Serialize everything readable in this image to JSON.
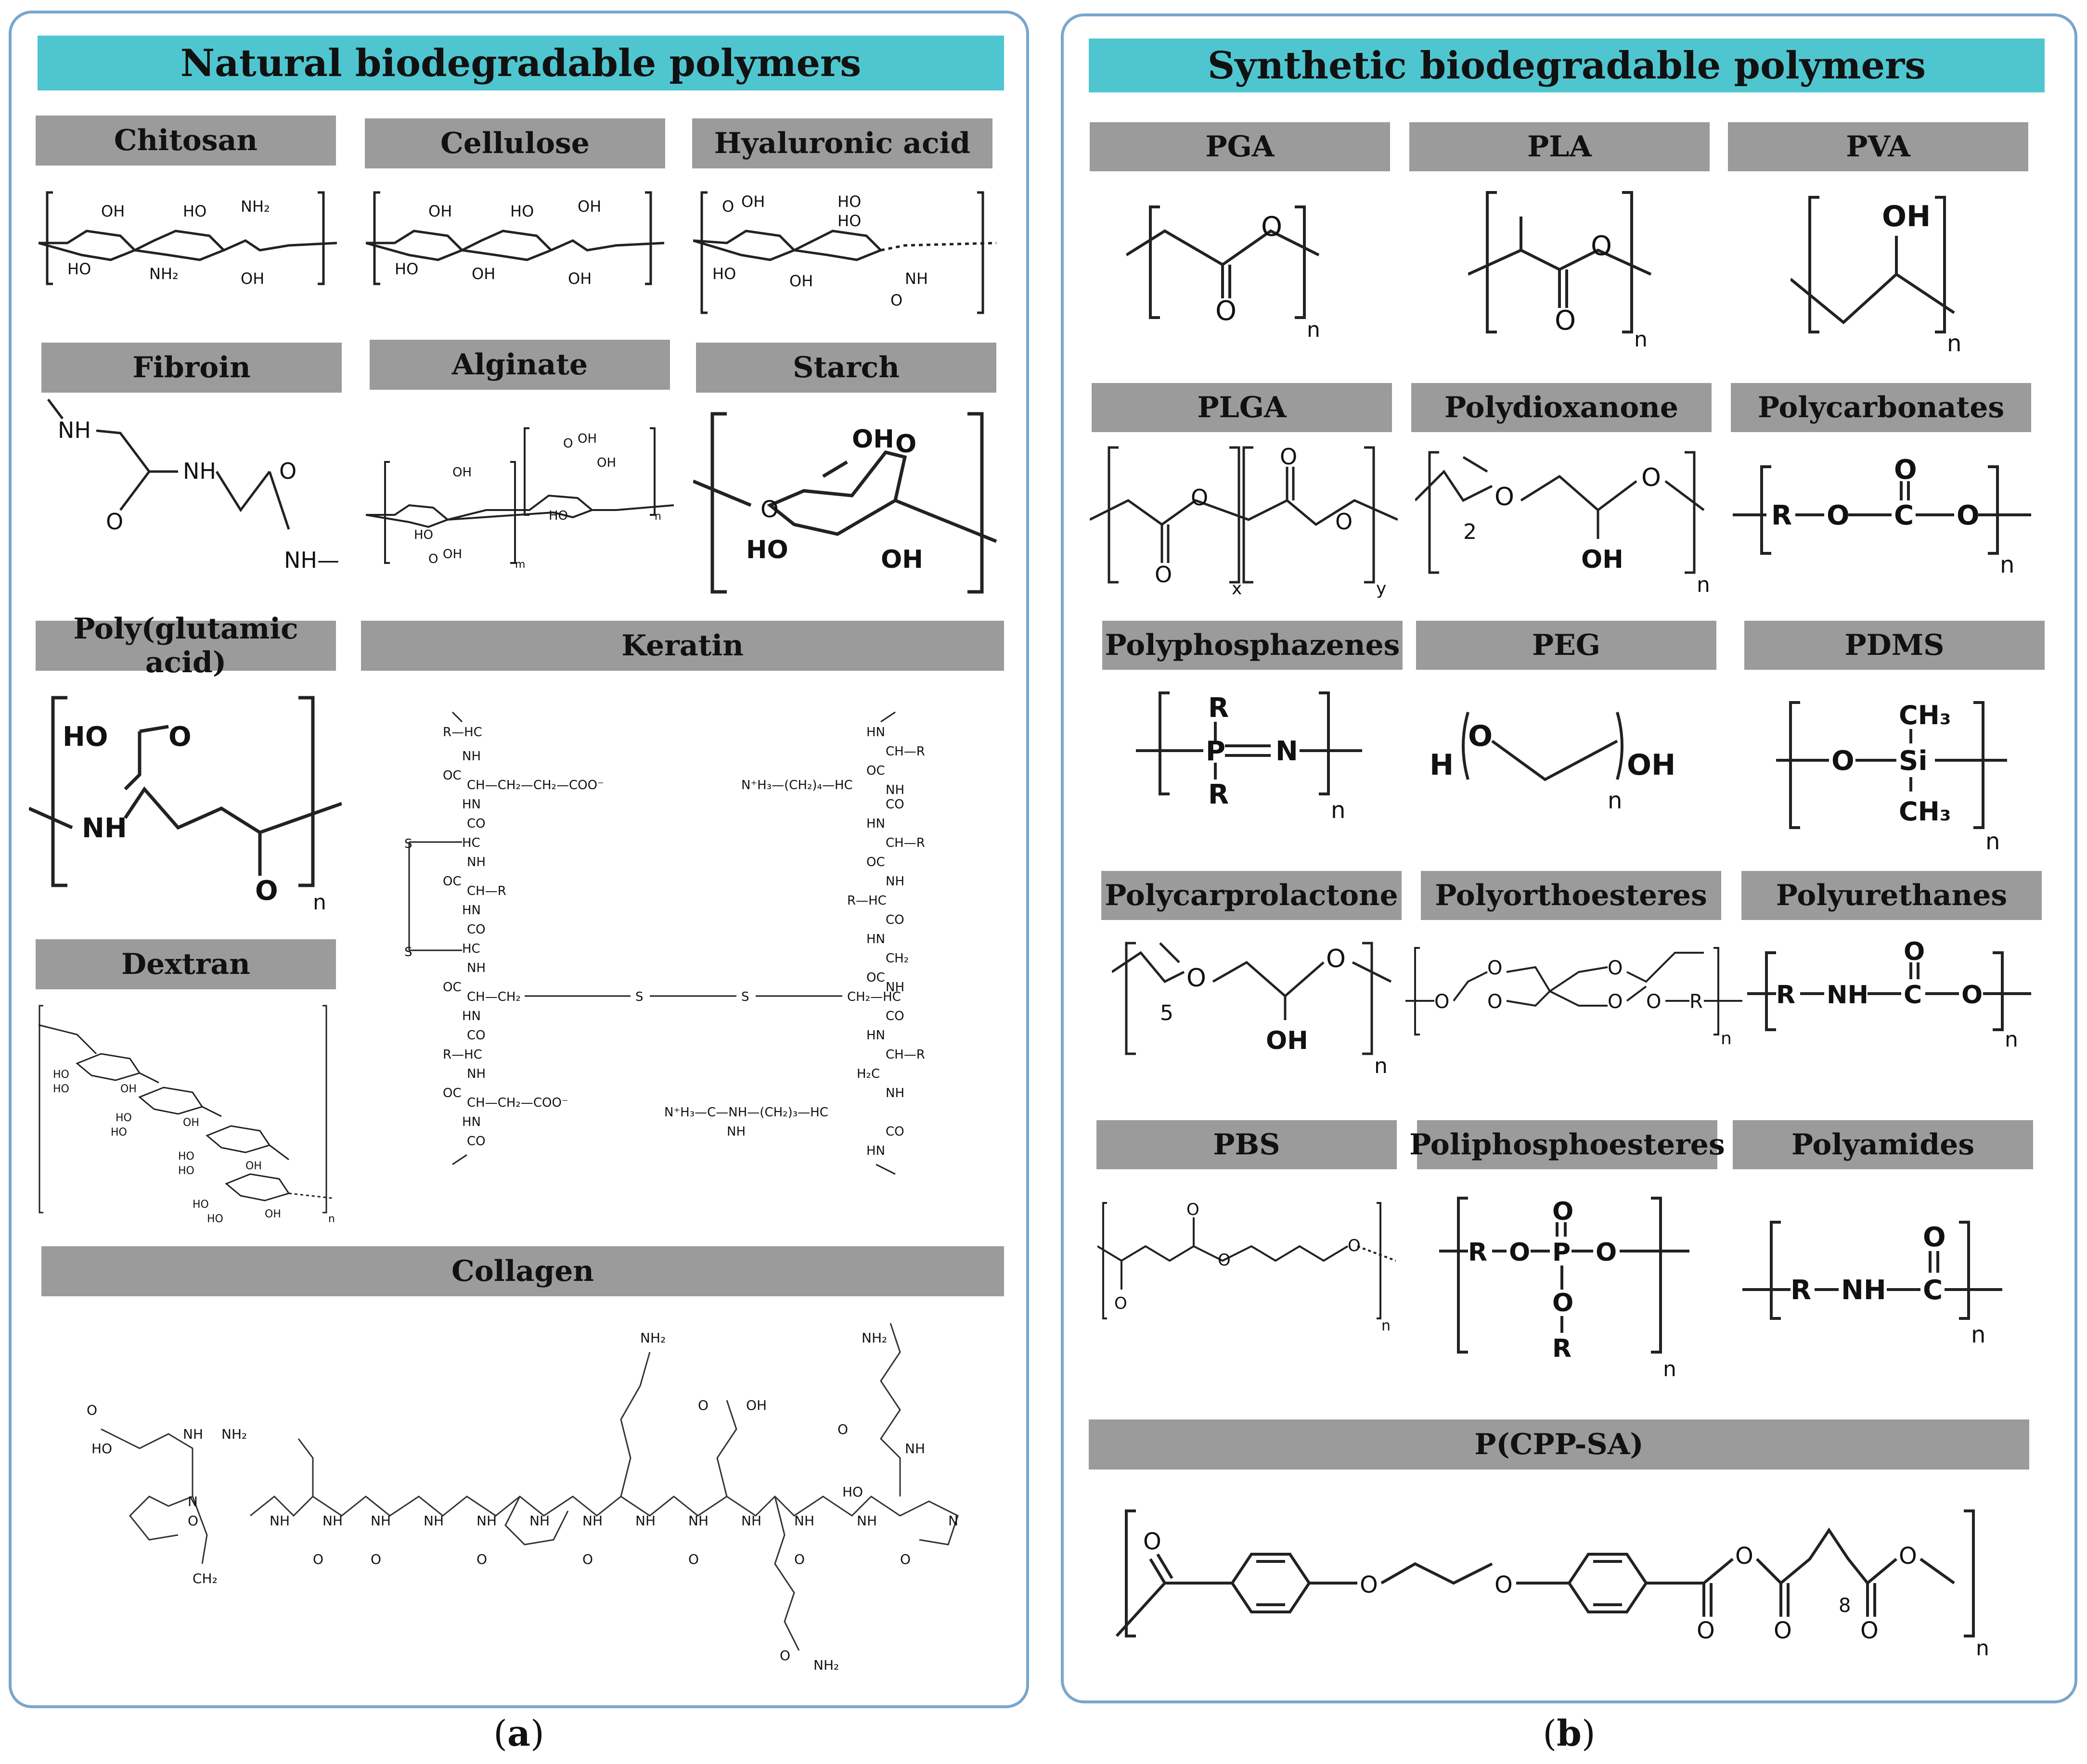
{
  "natural": {
    "title": "Natural biodegradable polymers",
    "sublabel": "a",
    "polymers": {
      "chitosan": "Chitosan",
      "cellulose": "Cellulose",
      "hyaluronic_acid": "Hyaluronic acid",
      "fibroin": "Fibroin",
      "alginate": "Alginate",
      "starch": "Starch",
      "poly_glutamic_acid": "Poly(glutamic acid)",
      "keratin": "Keratin",
      "dextran": "Dextran",
      "collagen": "Collagen"
    }
  },
  "synthetic": {
    "title": "Synthetic biodegradable polymers",
    "sublabel": "b",
    "polymers": {
      "pga": "PGA",
      "pla": "PLA",
      "pva": "PVA",
      "plga": "PLGA",
      "polydioxanone": "Polydioxanone",
      "polycarbonates": "Polycarbonates",
      "polyphosphazenes": "Polyphosphazenes",
      "peg": "PEG",
      "pdms": "PDMS",
      "polycarprolactone": "Polycarprolactone",
      "polyorthoesteres": "Polyorthoesteres",
      "polyurethanes": "Polyurethanes",
      "pbs": "PBS",
      "poliphosphoesteres": "Poliphosphoesteres",
      "polyamides": "Polyamides",
      "p_cpp_sa": "P(CPP-SA)"
    }
  }
}
